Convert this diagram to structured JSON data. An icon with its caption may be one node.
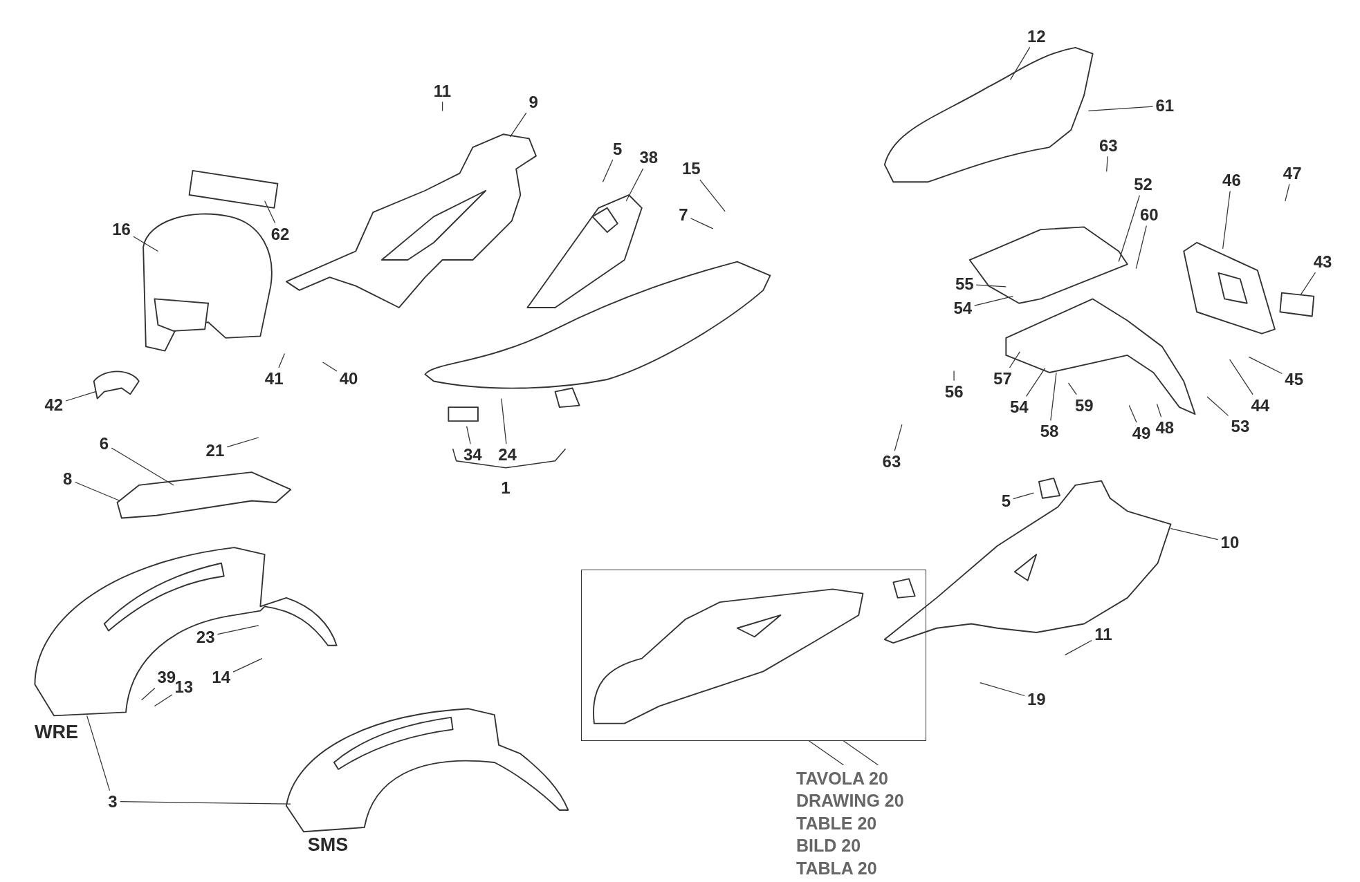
{
  "diagram": {
    "nodes": [
      {
        "text": [
          "12"
        ]
      },
      {
        "text": [
          "11"
        ]
      },
      {
        "text": [
          "9"
        ]
      },
      {
        "text": [
          "61"
        ]
      },
      {
        "text": [
          "63"
        ]
      },
      {
        "text": [
          "5"
        ]
      },
      {
        "text": [
          "38"
        ]
      },
      {
        "text": [
          "15"
        ]
      },
      {
        "text": [
          "46"
        ]
      },
      {
        "text": [
          "47"
        ]
      },
      {
        "text": [
          "52"
        ]
      },
      {
        "text": [
          "60"
        ]
      },
      {
        "text": [
          "62"
        ]
      },
      {
        "text": [
          "16"
        ]
      },
      {
        "text": [
          "7"
        ]
      },
      {
        "text": [
          "43"
        ]
      },
      {
        "text": [
          "55"
        ]
      },
      {
        "text": [
          "54"
        ]
      },
      {
        "text": [
          "41"
        ]
      },
      {
        "text": [
          "40"
        ]
      },
      {
        "text": [
          "45"
        ]
      },
      {
        "text": [
          "56"
        ]
      },
      {
        "text": [
          "57"
        ]
      },
      {
        "text": [
          "54"
        ]
      },
      {
        "text": [
          "42"
        ]
      },
      {
        "text": [
          "59"
        ]
      },
      {
        "text": [
          "44"
        ]
      },
      {
        "text": [
          "53"
        ]
      },
      {
        "text": [
          "48"
        ]
      },
      {
        "text": [
          "49"
        ]
      },
      {
        "text": [
          "58"
        ]
      },
      {
        "text": [
          "6"
        ]
      },
      {
        "text": [
          "21"
        ]
      },
      {
        "text": [
          "34"
        ]
      },
      {
        "text": [
          "24"
        ]
      },
      {
        "text": [
          "63"
        ]
      },
      {
        "text": [
          "8"
        ]
      },
      {
        "text": [
          "5"
        ]
      },
      {
        "text": [
          "10"
        ]
      },
      {
        "text": [],
        "shape": "box"
      },
      {
        "text": [
          "11"
        ]
      },
      {
        "text": [
          "23"
        ]
      },
      {
        "text": [
          "19"
        ]
      },
      {
        "text": [
          "14"
        ]
      },
      {
        "text": [
          "39"
        ]
      },
      {
        "text": [
          "13"
        ]
      },
      {
        "text": [
          "3"
        ]
      },
      {
        "text": [
          "TAVOLA 20",
          "DRAWING 20",
          "TABLE 20",
          "BILD 20",
          "TABLA 20"
        ]
      }
    ],
    "edges": [
      {
        "from": 0,
        "to": null,
        "arrow": "none"
      },
      {
        "from": 1,
        "to": null,
        "arrow": "none"
      },
      {
        "from": 2,
        "to": null,
        "arrow": "none"
      },
      {
        "from": 3,
        "to": null,
        "arrow": "none"
      },
      {
        "from": 4,
        "to": null,
        "arrow": "none"
      },
      {
        "from": 5,
        "to": null,
        "arrow": "none"
      },
      {
        "from": 6,
        "to": null,
        "arrow": "none"
      },
      {
        "from": 7,
        "to": null,
        "arrow": "none"
      },
      {
        "from": 8,
        "to": null,
        "arrow": "none"
      },
      {
        "from": 9,
        "to": null,
        "arrow": "none"
      },
      {
        "from": 10,
        "to": null,
        "arrow": "none"
      },
      {
        "from": 11,
        "to": null,
        "arrow": "none"
      },
      {
        "from": 12,
        "to": null,
        "arrow": "none"
      },
      {
        "from": 13,
        "to": null,
        "arrow": "none"
      },
      {
        "from": 14,
        "to": null,
        "arrow": "none"
      },
      {
        "from": 15,
        "to": null,
        "arrow": "none"
      },
      {
        "from": 16,
        "to": null,
        "arrow": "none"
      },
      {
        "from": 17,
        "to": null,
        "arrow": "none"
      },
      {
        "from": 18,
        "to": null,
        "arrow": "none"
      },
      {
        "from": 19,
        "to": null,
        "arrow": "none"
      },
      {
        "from": 20,
        "to": null,
        "arrow": "none"
      },
      {
        "from": 21,
        "to": null,
        "arrow": "none"
      },
      {
        "from": 22,
        "to": null,
        "arrow": "none"
      },
      {
        "from": 23,
        "to": null,
        "arrow": "none"
      },
      {
        "from": 24,
        "to": null,
        "arrow": "none"
      },
      {
        "from": 25,
        "to": null,
        "arrow": "none"
      },
      {
        "from": 26,
        "to": null,
        "arrow": "none"
      },
      {
        "from": 27,
        "to": null,
        "arrow": "none"
      },
      {
        "from": 28,
        "to": null,
        "arrow": "none"
      },
      {
        "from": 29,
        "to": null,
        "arrow": "none"
      },
      {
        "from": 30,
        "to": null,
        "arrow": "none"
      },
      {
        "from": 31,
        "to": null,
        "arrow": "none"
      },
      {
        "from": 32,
        "to": null,
        "arrow": "none"
      },
      {
        "from": 33,
        "to": null,
        "arrow": "none"
      },
      {
        "from": 34,
        "to": null,
        "arrow": "none"
      },
      {
        "from": 35,
        "to": null,
        "arrow": "none"
      },
      {
        "from": 36,
        "to": null,
        "arrow": "none"
      },
      {
        "from": 37,
        "to": null,
        "arrow": "none"
      },
      {
        "from": 38,
        "to": null,
        "arrow": "none"
      },
      {
        "from": 40,
        "to": null,
        "arrow": "none"
      },
      {
        "from": 41,
        "to": null,
        "arrow": "none"
      },
      {
        "from": 42,
        "to": null,
        "arrow": "none"
      },
      {
        "from": 43,
        "to": null,
        "arrow": "none"
      },
      {
        "from": 44,
        "to": null,
        "arrow": "none"
      },
      {
        "from": 45,
        "to": null,
        "arrow": "none"
      },
      {
        "from": 46,
        "to": null,
        "arrow": "none"
      },
      {
        "from": 46,
        "to": null,
        "arrow": "none"
      },
      {
        "from": 39,
        "to": 47,
        "arrow": "none"
      },
      {
        "from": 39,
        "to": 47,
        "arrow": "none"
      }
    ],
    "labels": [
      "1",
      "WRE",
      "SMS"
    ]
  }
}
